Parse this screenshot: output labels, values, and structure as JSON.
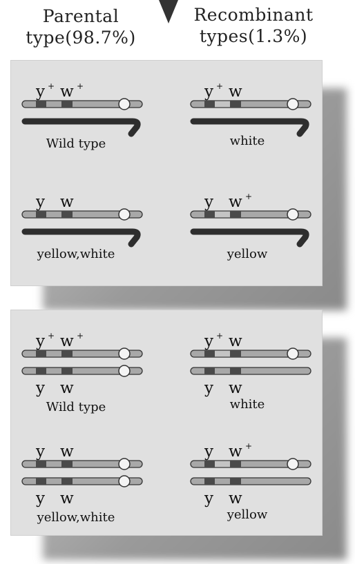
{
  "headers": {
    "parental": "Parental type(98.7%)",
    "parental_line1": "Parental",
    "parental_line2": "type(98.7%)",
    "recombinant_line1": "Recombinant",
    "recombinant_line2": "types(1.3%)"
  },
  "panels": [
    {
      "cells": [
        {
          "gene1": "y",
          "sup1": "+",
          "gene2": "w",
          "sup2": "+",
          "caption": "Wild type"
        },
        {
          "gene1": "y",
          "sup1": "+",
          "gene2": "w",
          "sup2": "",
          "caption": "white"
        },
        {
          "gene1": "y",
          "sup1": "",
          "gene2": "w",
          "sup2": "",
          "caption": "yellow,white"
        },
        {
          "gene1": "y",
          "sup1": "",
          "gene2": "w",
          "sup2": "+",
          "caption": "yellow"
        }
      ]
    },
    {
      "cells": [
        {
          "gene1": "y",
          "sup1": "+",
          "gene2": "w",
          "sup2": "+",
          "bottom1": "y",
          "bottom2": "w",
          "caption": "Wild type"
        },
        {
          "gene1": "y",
          "sup1": "+",
          "gene2": "w",
          "sup2": "",
          "bottom1": "y",
          "bottom2": "w",
          "caption": "white"
        },
        {
          "gene1": "y",
          "sup1": "",
          "gene2": "w",
          "sup2": "",
          "bottom1": "y",
          "bottom2": "w",
          "caption": "yellow,white"
        },
        {
          "gene1": "y",
          "sup1": "",
          "gene2": "w",
          "sup2": "+",
          "bottom1": "y",
          "bottom2": "w",
          "caption": "yellow"
        }
      ]
    }
  ],
  "colors": {
    "chromosome": "#a8a8a8",
    "band_dark": "#4a4a4a",
    "band_light": "#c4c4c4",
    "arrow": "#2e2e2e",
    "panel": "#e0e0e0"
  }
}
